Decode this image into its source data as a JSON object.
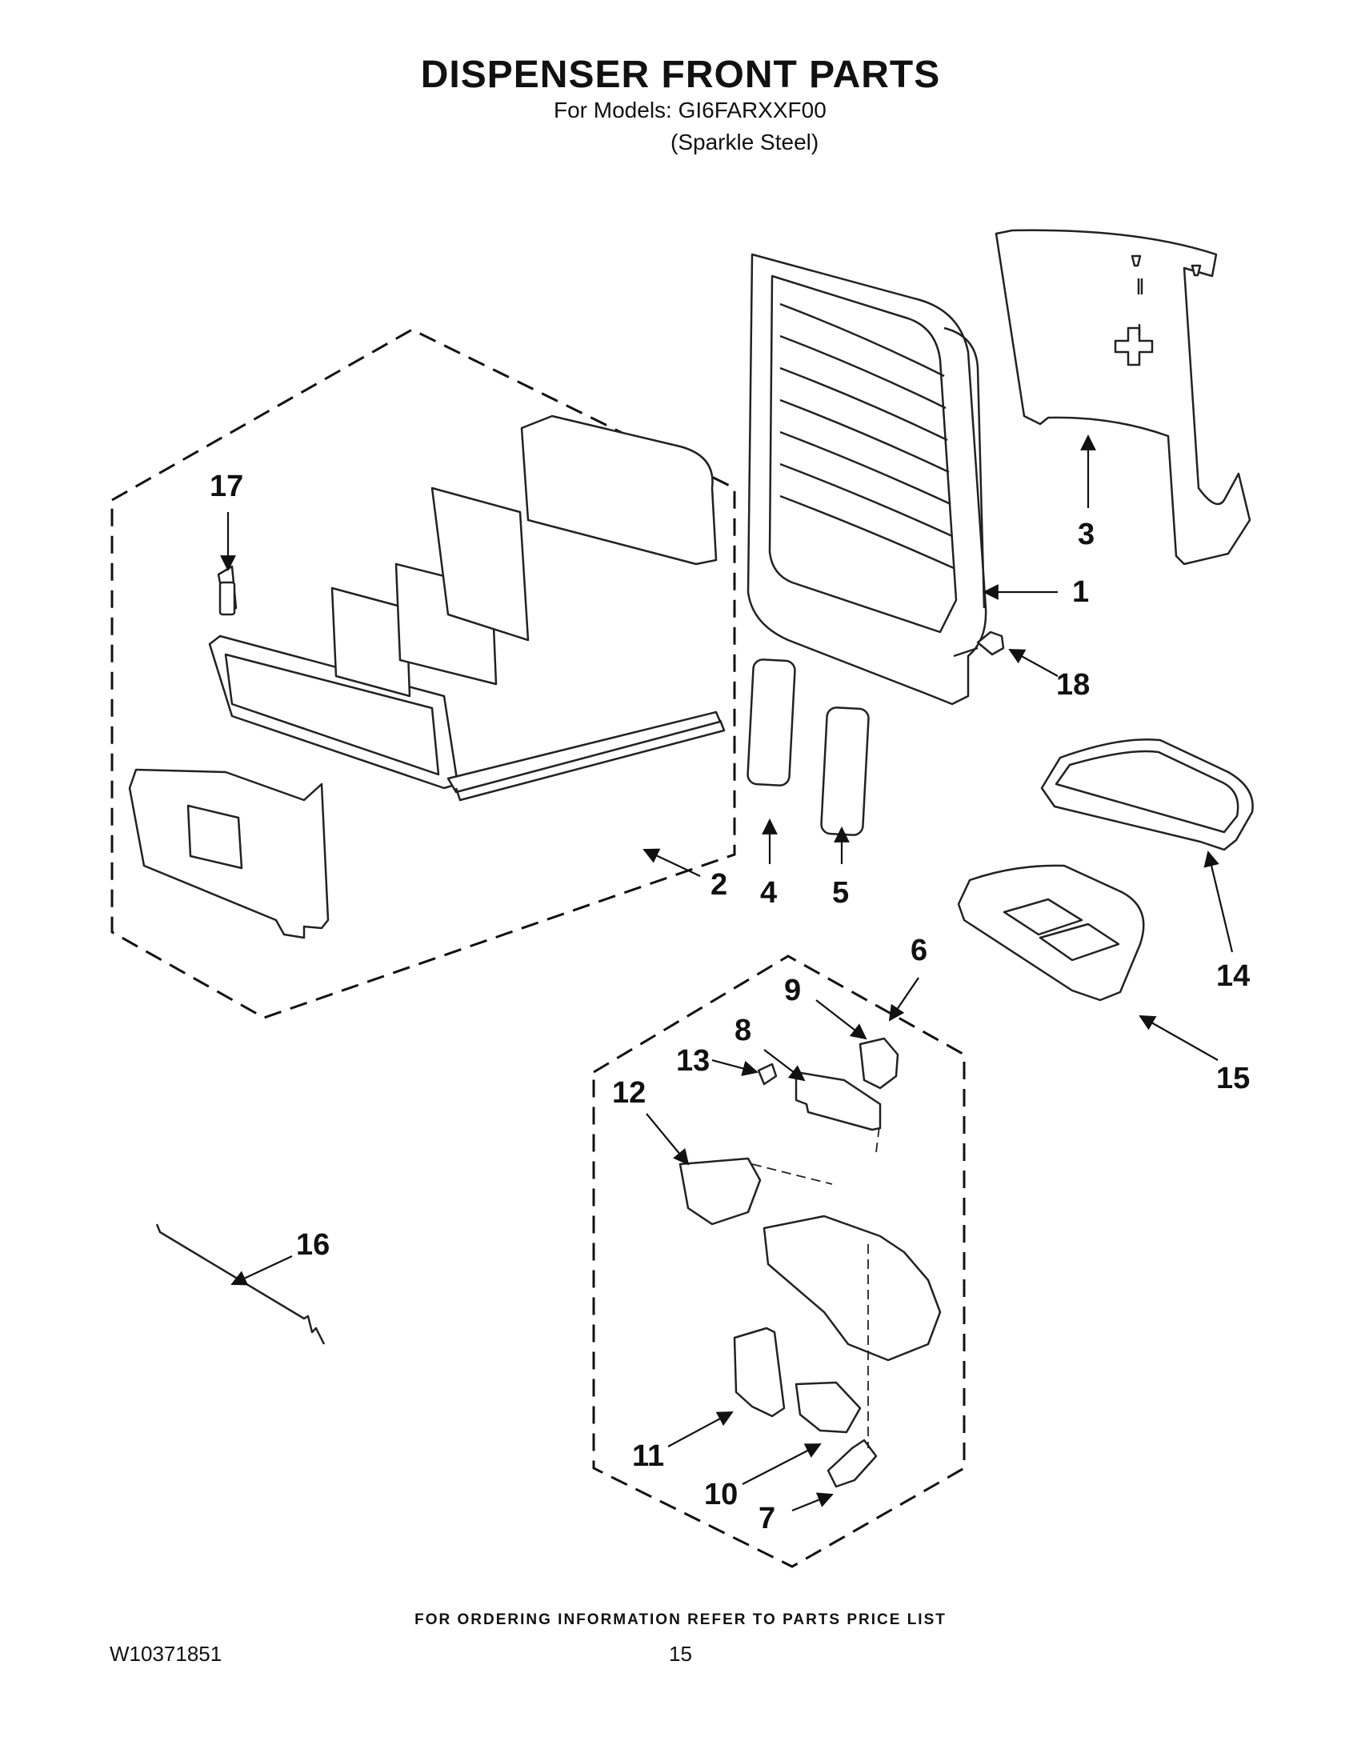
{
  "header": {
    "title": "DISPENSER FRONT PARTS",
    "models_line": "For Models: GI6FARXXF00",
    "finish_line": "(Sparkle Steel)"
  },
  "callouts": [
    "1",
    "2",
    "3",
    "4",
    "5",
    "6",
    "7",
    "8",
    "9",
    "10",
    "11",
    "12",
    "13",
    "14",
    "15",
    "16",
    "17",
    "18"
  ],
  "footer": {
    "ordering_note": "FOR ORDERING INFORMATION REFER TO PARTS PRICE LIST",
    "document_number": "W10371851",
    "page_number": "15"
  }
}
